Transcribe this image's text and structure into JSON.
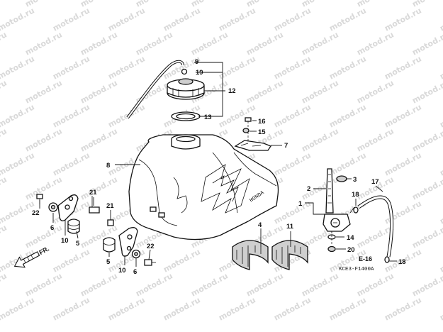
{
  "watermark_text": "motod.ru",
  "callouts": {
    "n1": "1",
    "n2": "2",
    "n3": "3",
    "n4": "4",
    "n5a": "5",
    "n5b": "5",
    "n6a": "6",
    "n6b": "6",
    "n7": "7",
    "n8": "8",
    "n9": "9",
    "n10a": "10",
    "n10b": "10",
    "n11": "11",
    "n12": "12",
    "n13": "13",
    "n14": "14",
    "n15": "15",
    "n16": "16",
    "n17": "17",
    "n18a": "18",
    "n18b": "18",
    "n19": "19",
    "n20": "20",
    "n21a": "21",
    "n21b": "21",
    "n22a": "22",
    "n22b": "22"
  },
  "front_label": "FR.",
  "ref_label": "E-16",
  "diagram_code": "KCE3-F1400A",
  "tank_brand": "HONDA"
}
